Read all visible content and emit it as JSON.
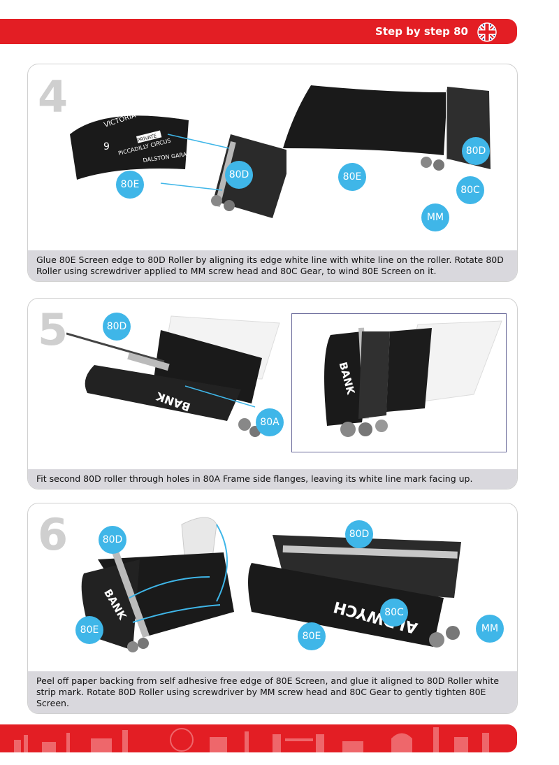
{
  "header": {
    "title": "Step by step 80"
  },
  "steps": [
    {
      "number": "4",
      "caption": "Glue 80E Screen edge to 80D Roller by aligning its edge white line with white line on the roller. Rotate 80D Roller using screwdriver applied to MM screw head and 80C Gear, to wind 80E Screen on it.",
      "labels": {
        "a": "80E",
        "b": "80D",
        "c": "80E",
        "d": "80D",
        "e": "80C",
        "f": "MM"
      },
      "screen_text": {
        "victoria": "VICTORIA",
        "nine": "9",
        "piccadilly": "PICCADILLY CIRCUS",
        "private": "PRIVATE",
        "dalston": "DALSTON GARAGE"
      }
    },
    {
      "number": "5",
      "caption": "Fit second 80D roller through holes in 80A Frame side flanges, leaving its white line mark facing up.",
      "labels": {
        "a": "80D",
        "b": "80A"
      },
      "screen_text": {
        "bank": "BANK"
      }
    },
    {
      "number": "6",
      "caption": "Peel off paper backing from self adhesive free edge of 80E Screen, and glue it aligned to 80D Roller white strip mark. Rotate 80D Roller using screwdriver by MM screw head and 80C Gear to gently tighten 80E Screen.",
      "labels": {
        "a": "80D",
        "b": "80E",
        "c": "80D",
        "d": "80C",
        "e": "80E",
        "f": "MM"
      },
      "screen_text": {
        "bank": "BANK",
        "aldwych": "ALDWYCH"
      }
    }
  ]
}
